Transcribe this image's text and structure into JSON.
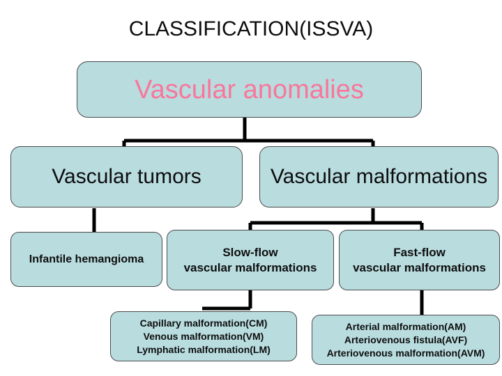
{
  "slide": {
    "title": "CLASSIFICATION(ISSVA)",
    "background": "#ffffff",
    "box_fill": "#b9dcdf",
    "box_border": "#4a4a4a",
    "connector_color": "#000000",
    "accent_text": "#f8779a",
    "default_text": "#0d0d0d"
  },
  "diagram": {
    "root": {
      "label": "Vascular anomalies"
    },
    "level2": {
      "tumors": {
        "label": "Vascular tumors"
      },
      "malformations": {
        "label": "Vascular malformations"
      }
    },
    "level3": {
      "infantile_hemangioma": {
        "label": "Infantile hemangioma"
      },
      "slow_flow": {
        "line1": "Slow-flow",
        "line2": "vascular malformations"
      },
      "fast_flow": {
        "line1": "Fast-flow",
        "line2": "vascular malformations"
      }
    },
    "level4": {
      "slow_flow_types": {
        "line1": "Capillary malformation(CM)",
        "line2": "Venous malformation(VM)",
        "line3": "Lymphatic malformation(LM)"
      },
      "fast_flow_types": {
        "line1": "Arterial malformation(AM)",
        "line2": "Arteriovenous fistula(AVF)",
        "line3": "Arteriovenous malformation(AVM)"
      }
    }
  }
}
